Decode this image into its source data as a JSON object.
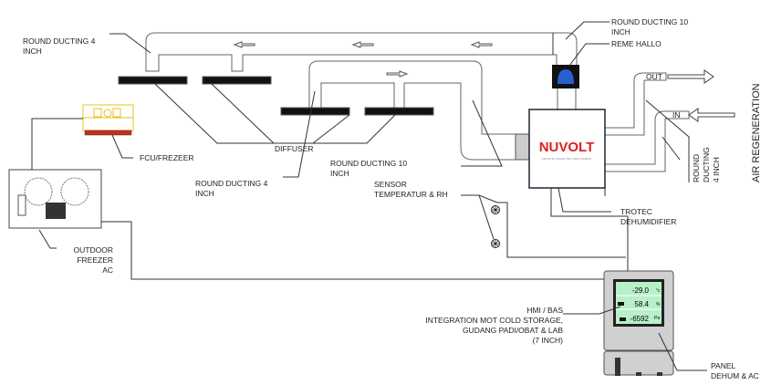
{
  "labels": {
    "round_ducting_4_top": [
      "ROUND DUCTING 4",
      "INCH"
    ],
    "round_ducting_10_top": [
      "ROUND DUCTING 10",
      "INCH"
    ],
    "reme_hallo": "REME HALLO",
    "fcu": "FCU/FREZEER",
    "diffuser": "DIFFUSER",
    "round_ducting_10_mid": [
      "ROUND DUCTING 10",
      "INCH"
    ],
    "round_ducting_4_mid": [
      "ROUND DUCTING 4",
      "INCH"
    ],
    "sensor": [
      "SENSOR",
      "TEMPERATUR & RH"
    ],
    "outdoor": [
      "OUTDOOR",
      "FREEZER",
      "AC"
    ],
    "trotec": [
      "TROTEC",
      "DEHUMIDIFIER"
    ],
    "round_ducting_4_right": [
      "ROUND",
      "DUCTING",
      "4 INCH"
    ],
    "air_regeneration": "AIR REGENERATION",
    "out": "OUT",
    "in": "IN",
    "hmi": [
      "HMI / BAS",
      "INTEGRATION MOT COLD STORAGE,",
      "GUDANG PADI/OBAT & LAB",
      "(7 INCH)"
    ],
    "panel": [
      "PANEL",
      "DEHUM & AC"
    ]
  },
  "logo": {
    "brand": "NUVOLT",
    "tagline": "INDUSTRY & ELECTRIC SWITCHGEAR",
    "color": "#e02020"
  },
  "hmi_screen": {
    "readings": [
      {
        "value": "-29.0",
        "unit": "°c"
      },
      {
        "value": "58.4",
        "unit": "%"
      },
      {
        "value": "-6592",
        "unit": "Pa"
      }
    ],
    "color": "#b8f0c8"
  }
}
